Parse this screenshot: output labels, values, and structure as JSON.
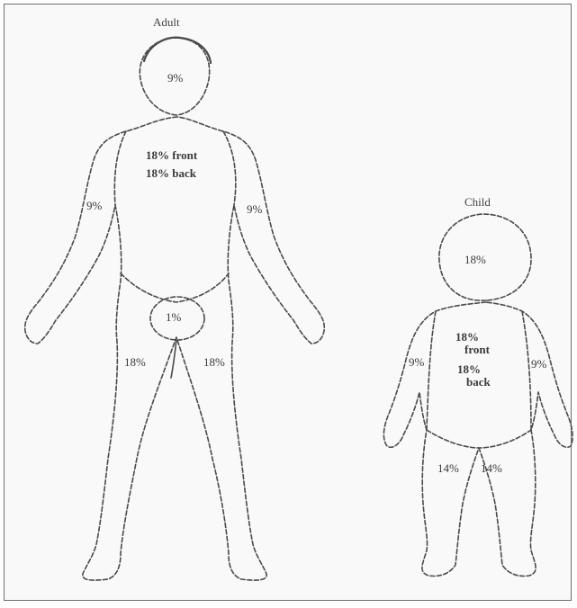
{
  "adult": {
    "title": "Adult",
    "head": "9%",
    "trunk_front": "18% front",
    "trunk_back": "18% back",
    "arm_left": "9%",
    "arm_right": "9%",
    "groin": "1%",
    "leg_left": "18%",
    "leg_right": "18%"
  },
  "child": {
    "title": "Child",
    "head": "18%",
    "trunk_front_value": "18%",
    "trunk_front_word": "front",
    "trunk_back_value": "18%",
    "trunk_back_word": "back",
    "arm_left": "9%",
    "arm_right": "9%",
    "leg_left": "14%",
    "leg_right": "14%"
  },
  "colors": {
    "outline": "#4a4a4a",
    "dashed": "#6a6a6a",
    "text": "#3a3a3a"
  }
}
